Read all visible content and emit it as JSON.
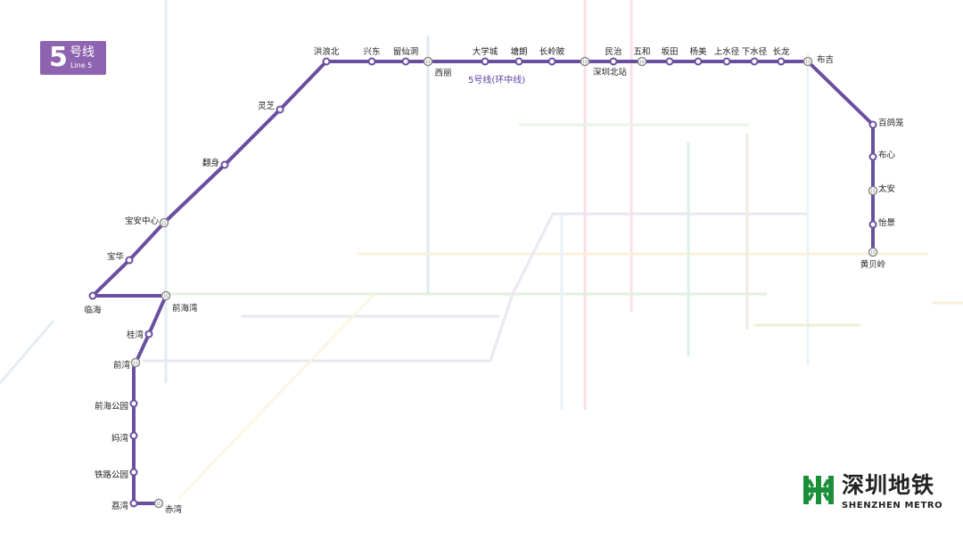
{
  "badge": {
    "number": "5",
    "name": "号线",
    "english": "Line 5"
  },
  "line": {
    "color": "#6a4fa0",
    "label": "5号线(环中线)"
  },
  "logo": {
    "cn": "深圳地铁",
    "en": "SHENZHEN METRO",
    "color": "#1b8f3a"
  },
  "stations": [
    "洪浪北",
    "兴东",
    "留仙洞",
    "西丽",
    "大学城",
    "塘朗",
    "长岭陂",
    "深圳北站",
    "民治",
    "五和",
    "坂田",
    "杨美",
    "上水径",
    "下水径",
    "长龙",
    "布吉",
    "百鸽笼",
    "布心",
    "太安",
    "怡景",
    "黄贝岭",
    "灵芝",
    "翻身",
    "宝安中心",
    "宝华",
    "临海",
    "前海湾",
    "桂湾",
    "前湾",
    "前海公园",
    "妈湾",
    "铁路公园",
    "荔湾",
    "赤湾"
  ],
  "transfer_mark": "15"
}
